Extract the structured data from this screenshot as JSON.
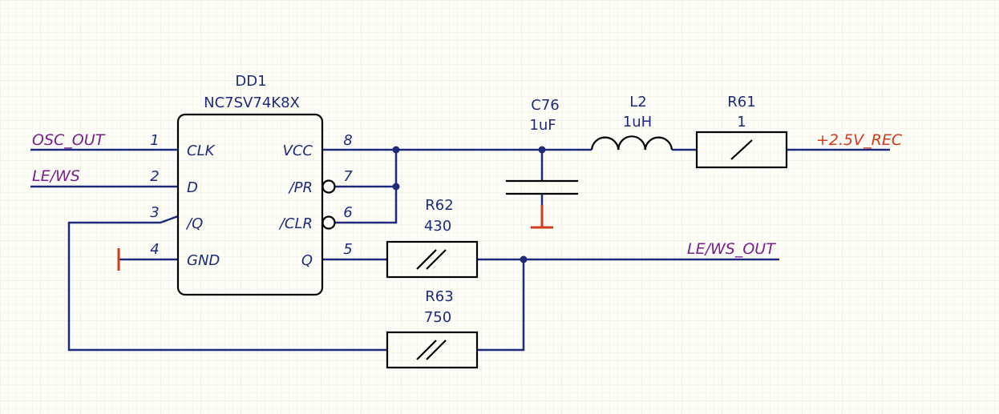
{
  "colors": {
    "background": "#fdfdf8",
    "grid": "#e6e6dc",
    "wire": "#1f2a7a",
    "component_body": "#000000",
    "net_label": "#7a1f8a",
    "power_label": "#d23a1a",
    "ground": "#d23a1a"
  },
  "ic": {
    "refdes": "DD1",
    "part": "NC7SV74K8X",
    "pins": {
      "p1": {
        "num": "1",
        "name": "CLK"
      },
      "p2": {
        "num": "2",
        "name": "D"
      },
      "p3": {
        "num": "3",
        "name": "/Q"
      },
      "p4": {
        "num": "4",
        "name": "GND"
      },
      "p5": {
        "num": "5",
        "name": "Q"
      },
      "p6": {
        "num": "6",
        "name": "/CLR"
      },
      "p7": {
        "num": "7",
        "name": "/PR"
      },
      "p8": {
        "num": "8",
        "name": "VCC"
      }
    }
  },
  "components": {
    "c76": {
      "refdes": "C76",
      "value": "1uF",
      "icon": "capacitor-icon"
    },
    "l2": {
      "refdes": "L2",
      "value": "1uH",
      "icon": "inductor-icon"
    },
    "r61": {
      "refdes": "R61",
      "value": "1",
      "icon": "resistor-icon"
    },
    "r62": {
      "refdes": "R62",
      "value": "430",
      "icon": "resistor-icon"
    },
    "r63": {
      "refdes": "R63",
      "value": "750",
      "icon": "resistor-icon"
    }
  },
  "nets": {
    "osc_out": "OSC_OUT",
    "le_ws": "LE/WS",
    "le_ws_out": "LE/WS_OUT",
    "power": "+2.5V_REC"
  }
}
